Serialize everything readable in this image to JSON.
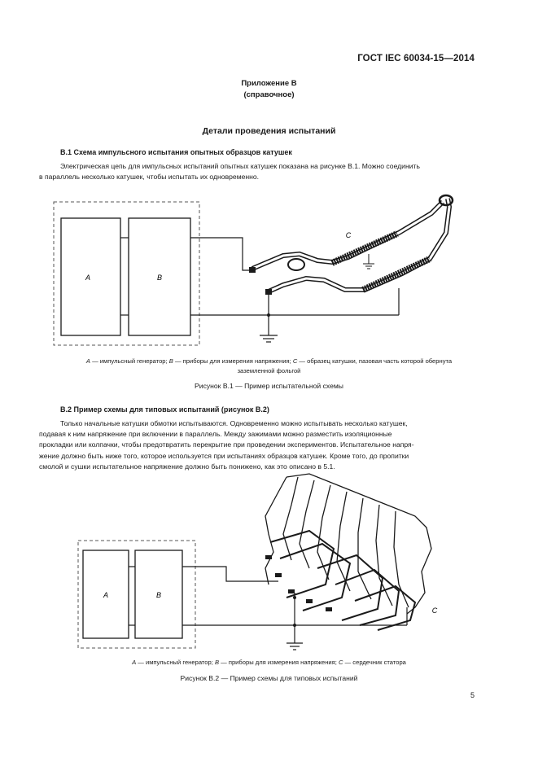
{
  "header": {
    "standard": "ГОСТ IEC 60034-15—2014"
  },
  "annex": {
    "title": "Приложение В",
    "subtitle": "(справочное)"
  },
  "main_title": "Детали проведения испытаний",
  "section1": {
    "heading": "В.1  Схема импульсного испытания опытных образцов катушек",
    "paragraph_lines": [
      "Электрическая цепь для импульсных испытаний опытных катушек показана на рисунке В.1. Можно соединить",
      "в параллель несколько катушек, чтобы испытать их одновременно."
    ],
    "figure_labels": {
      "a": "A",
      "b": "B",
      "c": "C"
    },
    "legend": {
      "a_letter": "A",
      "a_text": " — импульсный генератор; ",
      "b_letter": "B",
      "b_text": " — приборы для измерения напряжения; ",
      "c_letter": "C",
      "c_text": " — образец катушки, пазовая часть которой обернута",
      "line2": "заземленной фольгой"
    },
    "caption": "Рисунок  В.1 — Пример испытательной схемы"
  },
  "section2": {
    "heading": "В.2  Пример схемы для типовых испытаний (рисунок  В.2)",
    "paragraph_lines": [
      "Только начальные катушки обмотки испытываются. Одновременно можно испытывать несколько катушек,",
      "подавая к ним напряжение при включении в параллель. Между зажимами можно разместить изоляционные",
      "прокладки или колпачки, чтобы предотвратить перекрытие при проведении экспериментов. Испытательное напря-",
      "жение должно быть ниже того, которое используется при испытаниях образцов катушек. Кроме того, до пропитки",
      "смолой и сушки испытательное напряжение должно быть понижено, как это описано в 5.1."
    ],
    "figure_labels": {
      "a": "A",
      "b": "B",
      "c": "C"
    },
    "legend": {
      "a_letter": "A",
      "a_text": " — импульсный генератор; ",
      "b_letter": "B",
      "b_text": " — приборы для измерения напряжения; ",
      "c_letter": "C",
      "c_text": " — сердечник статора"
    },
    "caption": "Рисунок  В.2 — Пример схемы для типовых испытаний"
  },
  "page_number": "5"
}
